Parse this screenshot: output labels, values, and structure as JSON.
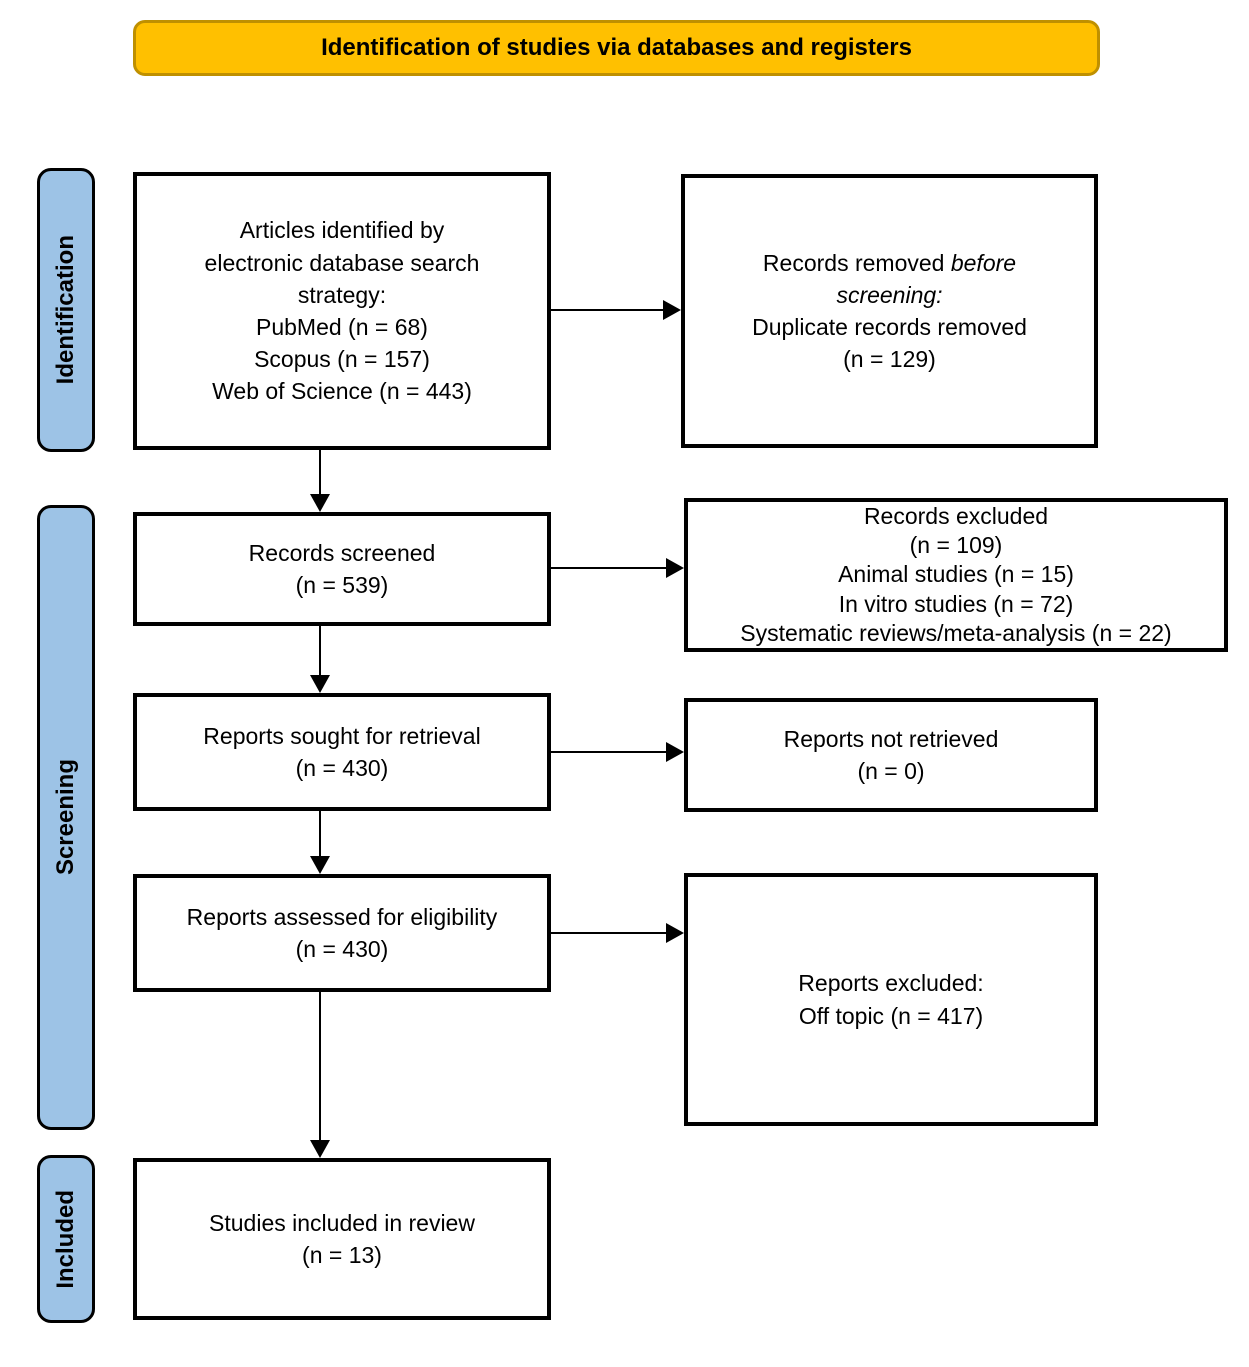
{
  "banner": {
    "title": "Identification of studies via databases and registers"
  },
  "stages": {
    "identification": "Identification",
    "screening": "Screening",
    "included": "Included"
  },
  "boxes": {
    "identified": "Articles identified by\nelectronic database search\nstrategy:\nPubMed (n = 68)\nScopus (n = 157)\nWeb of Science (n = 443)",
    "removed_before": {
      "lead": "Records removed ",
      "italic": "before\nscreening:",
      "rest": "\nDuplicate records removed\n(n = 129)"
    },
    "screened": "Records screened\n(n = 539)",
    "records_excluded": "Records excluded\n(n = 109)\nAnimal studies (n = 15)\nIn vitro studies (n = 72)\nSystematic reviews/meta-analysis (n = 22)",
    "sought": "Reports sought for retrieval\n(n = 430)",
    "not_retrieved": "Reports not retrieved\n(n = 0)",
    "assessed": "Reports assessed for eligibility\n(n = 430)",
    "reports_excluded": "Reports excluded:\nOff topic (n = 417)",
    "included": "Studies included in review\n(n = 13)"
  },
  "counts": {
    "pubmed": 68,
    "scopus": 157,
    "web_of_science": 443,
    "duplicates_removed": 129,
    "records_screened": 539,
    "records_excluded": 109,
    "animal_studies": 15,
    "in_vitro_studies": 72,
    "systematic_reviews_meta_analysis": 22,
    "reports_sought": 430,
    "reports_not_retrieved": 0,
    "reports_assessed": 430,
    "reports_excluded_off_topic": 417,
    "studies_included": 13
  },
  "colors": {
    "banner_fill": "#FFC000",
    "banner_border": "#BF9000",
    "stage_fill": "#9DC3E6",
    "box_border": "#000000",
    "text": "#000000"
  }
}
